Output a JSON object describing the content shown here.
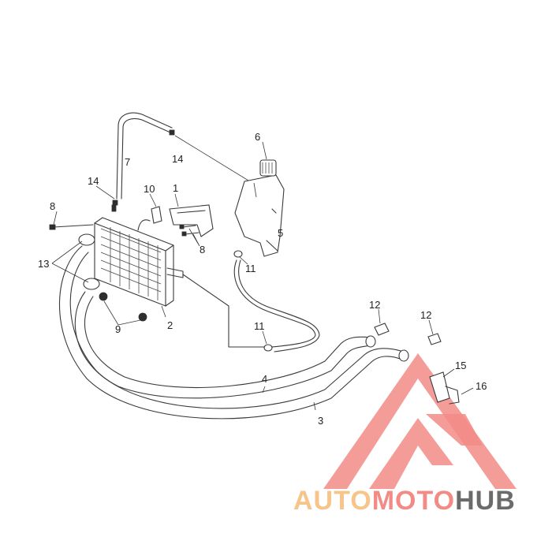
{
  "callouts": {
    "c1": "1",
    "c2": "2",
    "c3": "3",
    "c4": "4",
    "c5": "5",
    "c6": "6",
    "c7": "7",
    "c8a": "8",
    "c8b": "8",
    "c9": "9",
    "c10": "10",
    "c11a": "11",
    "c11b": "11",
    "c12a": "12",
    "c12b": "12",
    "c13": "13",
    "c14a": "14",
    "c14b": "14",
    "c15": "15",
    "c16": "16"
  },
  "watermark": {
    "auto": "AUTO",
    "moto": "MOTO",
    "hub": "HUB",
    "color_auto": "#f7c48a",
    "color_moto": "#f28b86",
    "color_hub": "#6b6b6b"
  }
}
